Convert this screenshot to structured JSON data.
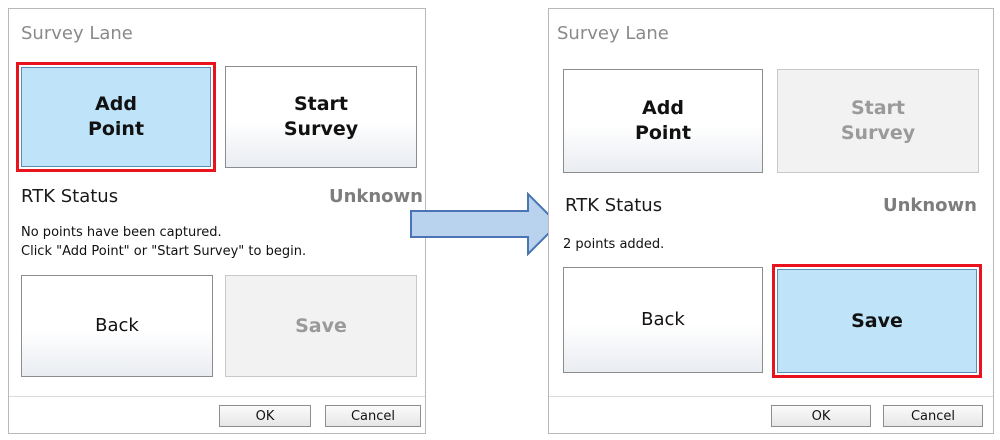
{
  "left": {
    "title": "Survey Lane",
    "add_point": "Add\nPoint",
    "start_survey": "Start\nSurvey",
    "rtk_label": "RTK Status",
    "rtk_value": "Unknown",
    "message_line1": "No points have been captured.",
    "message_line2": "Click \"Add Point\" or \"Start Survey\" to begin.",
    "back": "Back",
    "save": "Save",
    "ok": "OK",
    "cancel": "Cancel"
  },
  "right": {
    "title": "Survey Lane",
    "add_point": "Add\nPoint",
    "start_survey": "Start\nSurvey",
    "rtk_label": "RTK Status",
    "rtk_value": "Unknown",
    "message_line1": "2 points added.",
    "back": "Back",
    "save": "Save",
    "ok": "OK",
    "cancel": "Cancel"
  },
  "colors": {
    "highlight_outline": "#e8131c",
    "selected_fill": "#bfe3f8",
    "arrow_fill": "#b9d3ee",
    "arrow_stroke": "#4a74b3"
  },
  "icons": {
    "transition": "right-arrow-icon"
  }
}
